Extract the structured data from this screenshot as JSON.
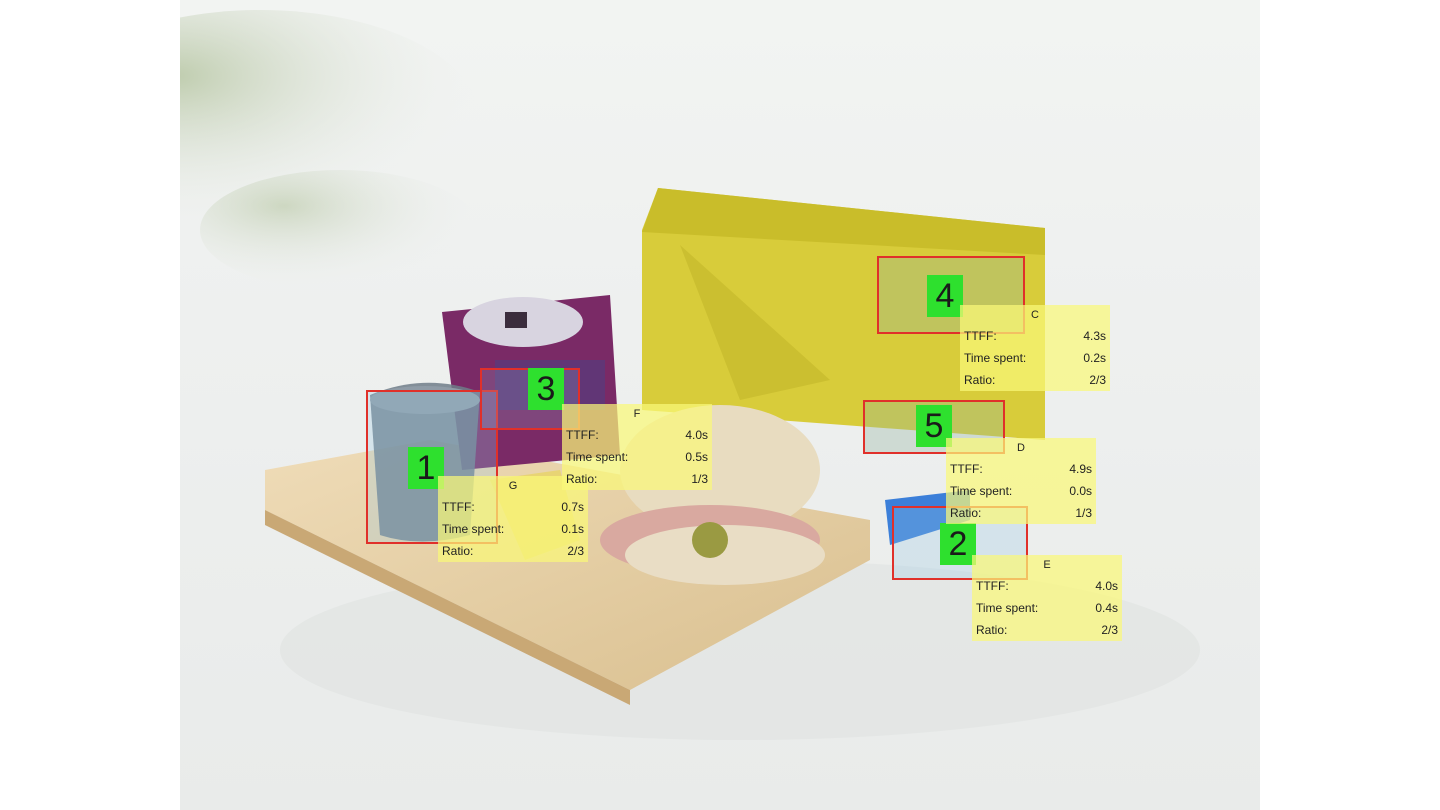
{
  "aois": [
    {
      "id": "aoi-1",
      "number": "1"
    },
    {
      "id": "aoi-2",
      "number": "2"
    },
    {
      "id": "aoi-3",
      "number": "3"
    },
    {
      "id": "aoi-4",
      "number": "4"
    },
    {
      "id": "aoi-5",
      "number": "5"
    }
  ],
  "labels": {
    "ttff": "TTFF:",
    "time_spent": "Time spent:",
    "ratio": "Ratio:"
  },
  "stats": {
    "C": {
      "letter": "C",
      "ttff": "4.3s",
      "time_spent": "0.2s",
      "ratio": "2/3"
    },
    "D": {
      "letter": "D",
      "ttff": "4.9s",
      "time_spent": "0.0s",
      "ratio": "1/3"
    },
    "E": {
      "letter": "E",
      "ttff": "4.0s",
      "time_spent": "0.4s",
      "ratio": "2/3"
    },
    "F": {
      "letter": "F",
      "ttff": "4.0s",
      "time_spent": "0.5s",
      "ratio": "1/3"
    },
    "G": {
      "letter": "G",
      "ttff": "0.7s",
      "time_spent": "0.1s",
      "ratio": "2/3"
    }
  },
  "colors": {
    "aoi_border": "#e0302a",
    "aoi_number_bg": "#2ee02e",
    "stat_bg": "#faf878"
  }
}
